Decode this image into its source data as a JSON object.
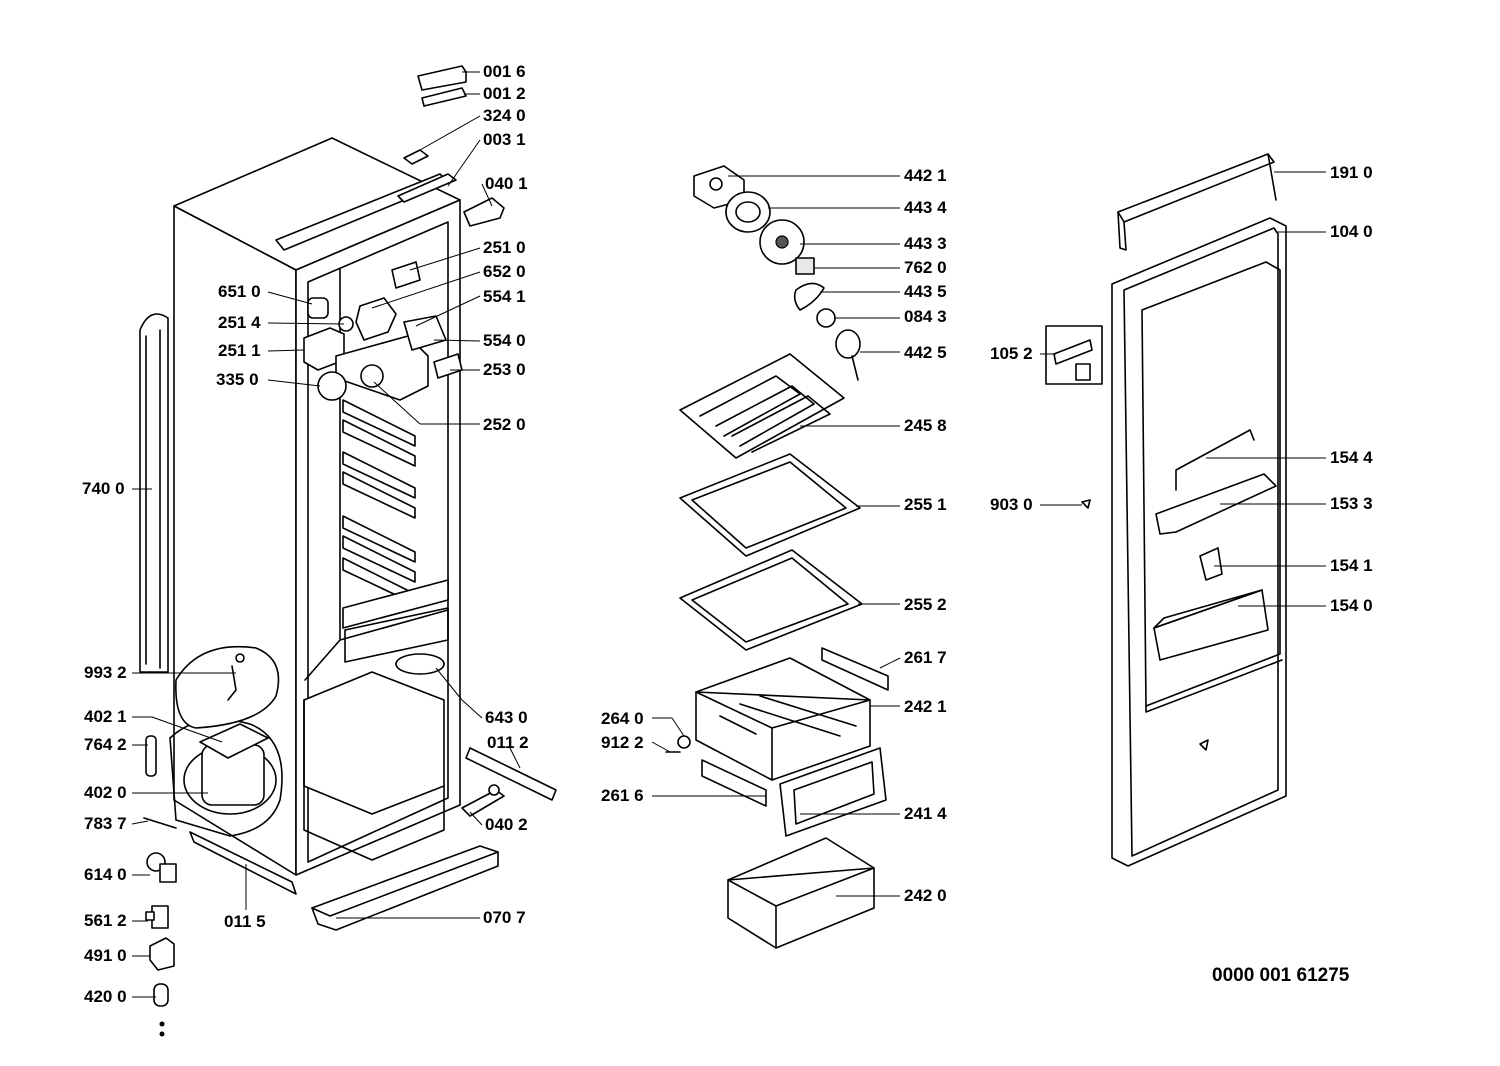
{
  "document_number": "0000 001 61275",
  "colors": {
    "ink": "#000000",
    "background": "#ffffff"
  },
  "parts": [
    {
      "id": "p0016",
      "code": "001 6"
    },
    {
      "id": "p0012",
      "code": "001 2"
    },
    {
      "id": "p3240",
      "code": "324 0"
    },
    {
      "id": "p0031",
      "code": "003 1"
    },
    {
      "id": "p0401",
      "code": "040 1"
    },
    {
      "id": "p2510",
      "code": "251 0"
    },
    {
      "id": "p6520",
      "code": "652 0"
    },
    {
      "id": "p5541",
      "code": "554 1"
    },
    {
      "id": "p5540",
      "code": "554 0"
    },
    {
      "id": "p2530",
      "code": "253 0"
    },
    {
      "id": "p2520",
      "code": "252 0"
    },
    {
      "id": "p6510",
      "code": "651 0"
    },
    {
      "id": "p2514",
      "code": "251 4"
    },
    {
      "id": "p2511",
      "code": "251 1"
    },
    {
      "id": "p3350",
      "code": "335 0"
    },
    {
      "id": "p7400",
      "code": "740 0"
    },
    {
      "id": "p9932",
      "code": "993 2"
    },
    {
      "id": "p4021",
      "code": "402 1"
    },
    {
      "id": "p7642",
      "code": "764 2"
    },
    {
      "id": "p4020",
      "code": "402 0"
    },
    {
      "id": "p7837",
      "code": "783 7"
    },
    {
      "id": "p6140",
      "code": "614 0"
    },
    {
      "id": "p5612",
      "code": "561 2"
    },
    {
      "id": "p4910",
      "code": "491 0"
    },
    {
      "id": "p4200",
      "code": "420 0"
    },
    {
      "id": "p0115",
      "code": "011 5"
    },
    {
      "id": "p0707",
      "code": "070 7"
    },
    {
      "id": "p0402",
      "code": "040 2"
    },
    {
      "id": "p0112",
      "code": "011 2"
    },
    {
      "id": "p6430",
      "code": "643 0"
    },
    {
      "id": "p4421",
      "code": "442 1"
    },
    {
      "id": "p4434",
      "code": "443 4"
    },
    {
      "id": "p4433",
      "code": "443 3"
    },
    {
      "id": "p7620",
      "code": "762 0"
    },
    {
      "id": "p4435",
      "code": "443 5"
    },
    {
      "id": "p0843",
      "code": "084 3"
    },
    {
      "id": "p4425",
      "code": "442 5"
    },
    {
      "id": "p2458",
      "code": "245 8"
    },
    {
      "id": "p2551",
      "code": "255 1"
    },
    {
      "id": "p2552",
      "code": "255 2"
    },
    {
      "id": "p2617",
      "code": "261 7"
    },
    {
      "id": "p2421",
      "code": "242 1"
    },
    {
      "id": "p2640",
      "code": "264 0"
    },
    {
      "id": "p9122",
      "code": "912 2"
    },
    {
      "id": "p2616",
      "code": "261 6"
    },
    {
      "id": "p2414",
      "code": "241 4"
    },
    {
      "id": "p2420",
      "code": "242 0"
    },
    {
      "id": "p1910",
      "code": "191 0"
    },
    {
      "id": "p1040",
      "code": "104 0"
    },
    {
      "id": "p1052",
      "code": "105 2"
    },
    {
      "id": "p9030",
      "code": "903 0"
    },
    {
      "id": "p1544",
      "code": "154 4"
    },
    {
      "id": "p1533",
      "code": "153 3"
    },
    {
      "id": "p1541",
      "code": "154 1"
    },
    {
      "id": "p1540",
      "code": "154 0"
    }
  ]
}
